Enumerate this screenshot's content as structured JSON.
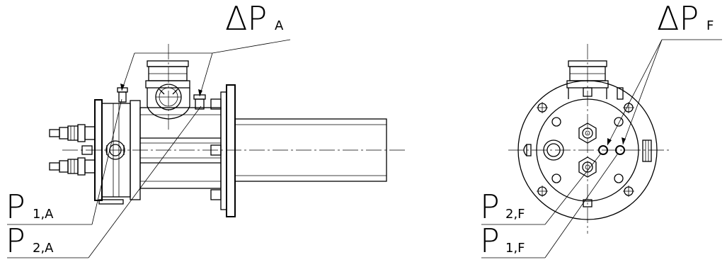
{
  "labels": {
    "dp_a": {
      "main": "ΔP",
      "sub": "A"
    },
    "dp_f": {
      "main": "ΔP",
      "sub": "F"
    },
    "p1_a": {
      "main": "P",
      "sub": "1,A"
    },
    "p2_a": {
      "main": "P",
      "sub": "2,A"
    },
    "p2_f": {
      "main": "P",
      "sub": "2,F"
    },
    "p1_f": {
      "main": "P",
      "sub": "1,F"
    }
  }
}
